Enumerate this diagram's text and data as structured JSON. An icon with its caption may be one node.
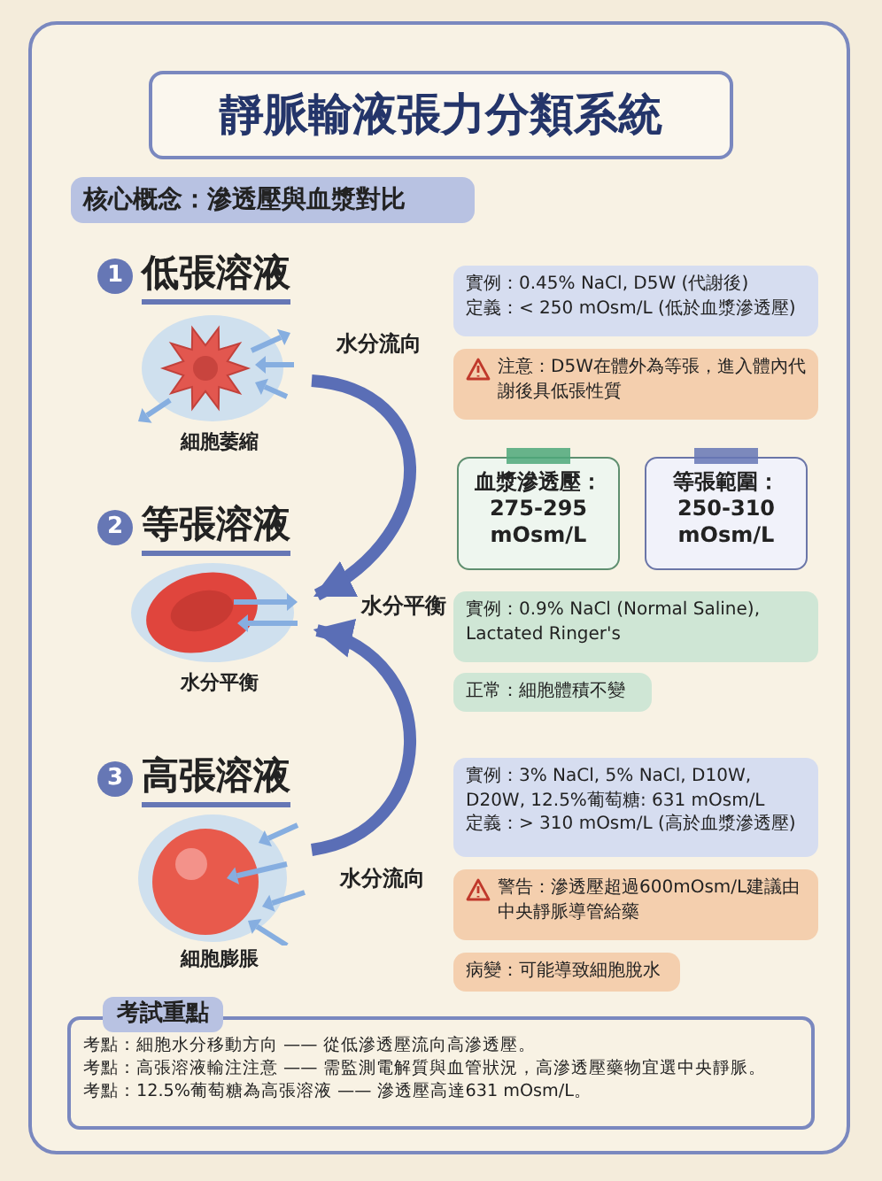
{
  "diagram": {
    "title": "靜脈輸液張力分類系統",
    "nodes": [
      {
        "text": [
          "核心概念：滲透壓與血漿對比"
        ]
      },
      {
        "text": [
          "1",
          "低張溶液"
        ]
      },
      {
        "text": [
          "實例：0.45% NaCl, D5W (代謝後)",
          "定義：< 250 mOsm/L (低於血漿滲透壓)"
        ]
      },
      {
        "text": [
          "注意：D5W在體外為等張，進入體內代謝後具低張性質"
        ]
      },
      {
        "text": [],
        "shape": "picture",
        "beside": [
          "細胞萎縮"
        ]
      },
      {
        "text": [
          "2",
          "等張溶液"
        ]
      },
      {
        "text": [
          "血漿滲透壓：275-295 mOsm/L"
        ]
      },
      {
        "text": [
          "等張範圍：250-310 mOsm/L"
        ]
      },
      {
        "text": [],
        "shape": "picture",
        "beside": [
          "水分平衡"
        ]
      },
      {
        "text": [
          "實例：0.9% NaCl (Normal Saline), Lactated Ringer's"
        ]
      },
      {
        "text": [
          "正常：細胞體積不變"
        ]
      },
      {
        "text": [
          "3",
          "高張溶液"
        ]
      },
      {
        "text": [
          "實例：3% NaCl, 5% NaCl, D10W, D20W, 12.5%葡萄糖: 631 mOsm/L",
          "定義：> 310 mOsm/L (高於血漿滲透壓)"
        ]
      },
      {
        "text": [],
        "shape": "picture",
        "beside": [
          "細胞膨脹"
        ]
      },
      {
        "text": [
          "警告：滲透壓超過600mOsm/L建議由中央靜脈導管給藥"
        ]
      },
      {
        "text": [
          "病變：可能導致細胞脫水"
        ]
      },
      {
        "text": [
          "考試重點",
          "考點：細胞水分移動方向 —— 從低滲透壓流向高滲透壓。",
          "考點：高張溶液輸注注意 —— 需監測電解質與血管狀況，高滲透壓藥物宜選中央靜脈。",
          "考點：12.5%葡萄糖為高張溶液 —— 滲透壓高達631 mOsm/L。"
        ]
      }
    ],
    "edges": [
      {
        "from": 4,
        "to": 8,
        "arrow": "to"
      },
      {
        "from": 13,
        "to": 8,
        "arrow": "to"
      }
    ],
    "labels": [
      "水分流向",
      "水分平衡",
      "水分流向"
    ]
  }
}
